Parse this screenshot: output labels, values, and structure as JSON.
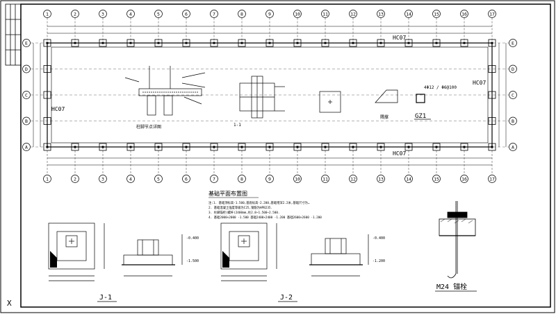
{
  "grid": {
    "column_labels": [
      "1",
      "2",
      "3",
      "4",
      "5",
      "6",
      "7",
      "8",
      "9",
      "10",
      "11",
      "12",
      "13",
      "14",
      "15",
      "16",
      "17"
    ],
    "end_label": "16 17",
    "row_labels": [
      "A",
      "B",
      "C",
      "D",
      "E"
    ]
  },
  "beam_labels": {
    "top": "HC07",
    "right": "HC07",
    "left": "HC07",
    "bottom": "HC07"
  },
  "notes": {
    "heading": "基础平面布置图",
    "lines": [
      "注:1. 基础顶标高-1.500,基底标高-2.200,基础埋深2.2米,基础尺寸为…",
      "2. 基础混凝土强度等级为C25,钢筋为HPB235.",
      "3. 柱脚锚栓(螺杆)2400mm,柱2.8~1.500~2.500.",
      "4. 基础2000×2000 -1.500  基础2400×2400 -1.200  基础2600×2600 -1.200"
    ]
  },
  "details": {
    "gz1": "GZ1",
    "gz1_sub": "4Φ12 / Φ6@100",
    "anchor_title": "M24 锚栓",
    "j1": "J-1",
    "j2": "J-2",
    "elev_400": "-0.400",
    "elev_1500": "-1.500",
    "elev_1200": "-1.200",
    "section_label": "柱脚节点详图",
    "small_label": "1-1",
    "brace_label": "隅撑"
  },
  "title_block": {
    "corner_mark": "X"
  }
}
